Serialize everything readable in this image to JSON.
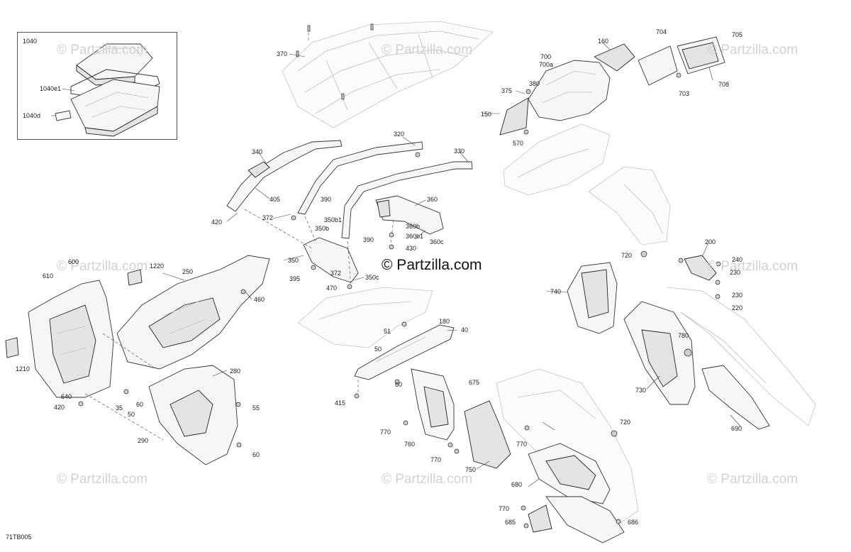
{
  "watermark": "© Partzilla.com",
  "center_watermark": "© Partzilla.com",
  "inset": {
    "title": "1040"
  },
  "diagram_code": "71TB005",
  "labels": [
    "1040",
    "1040e1",
    "1040d",
    "370",
    "320",
    "330",
    "340",
    "405",
    "390",
    "420",
    "372",
    "350b1",
    "350b",
    "390",
    "360",
    "360b",
    "360b1",
    "360c",
    "430",
    "350",
    "372",
    "395",
    "470",
    "350c",
    "160",
    "704",
    "705",
    "700",
    "700a",
    "380",
    "375",
    "150",
    "570",
    "703",
    "708",
    "600",
    "610",
    "1220",
    "250",
    "460",
    "1210",
    "640",
    "420",
    "35",
    "60",
    "50",
    "290",
    "280",
    "55",
    "60",
    "180",
    "51",
    "40",
    "50",
    "60",
    "415",
    "675",
    "720",
    "200",
    "240",
    "230",
    "740",
    "230",
    "220",
    "780",
    "730",
    "690",
    "720",
    "770",
    "760",
    "770",
    "750",
    "770",
    "680",
    "770",
    "685",
    "686"
  ]
}
